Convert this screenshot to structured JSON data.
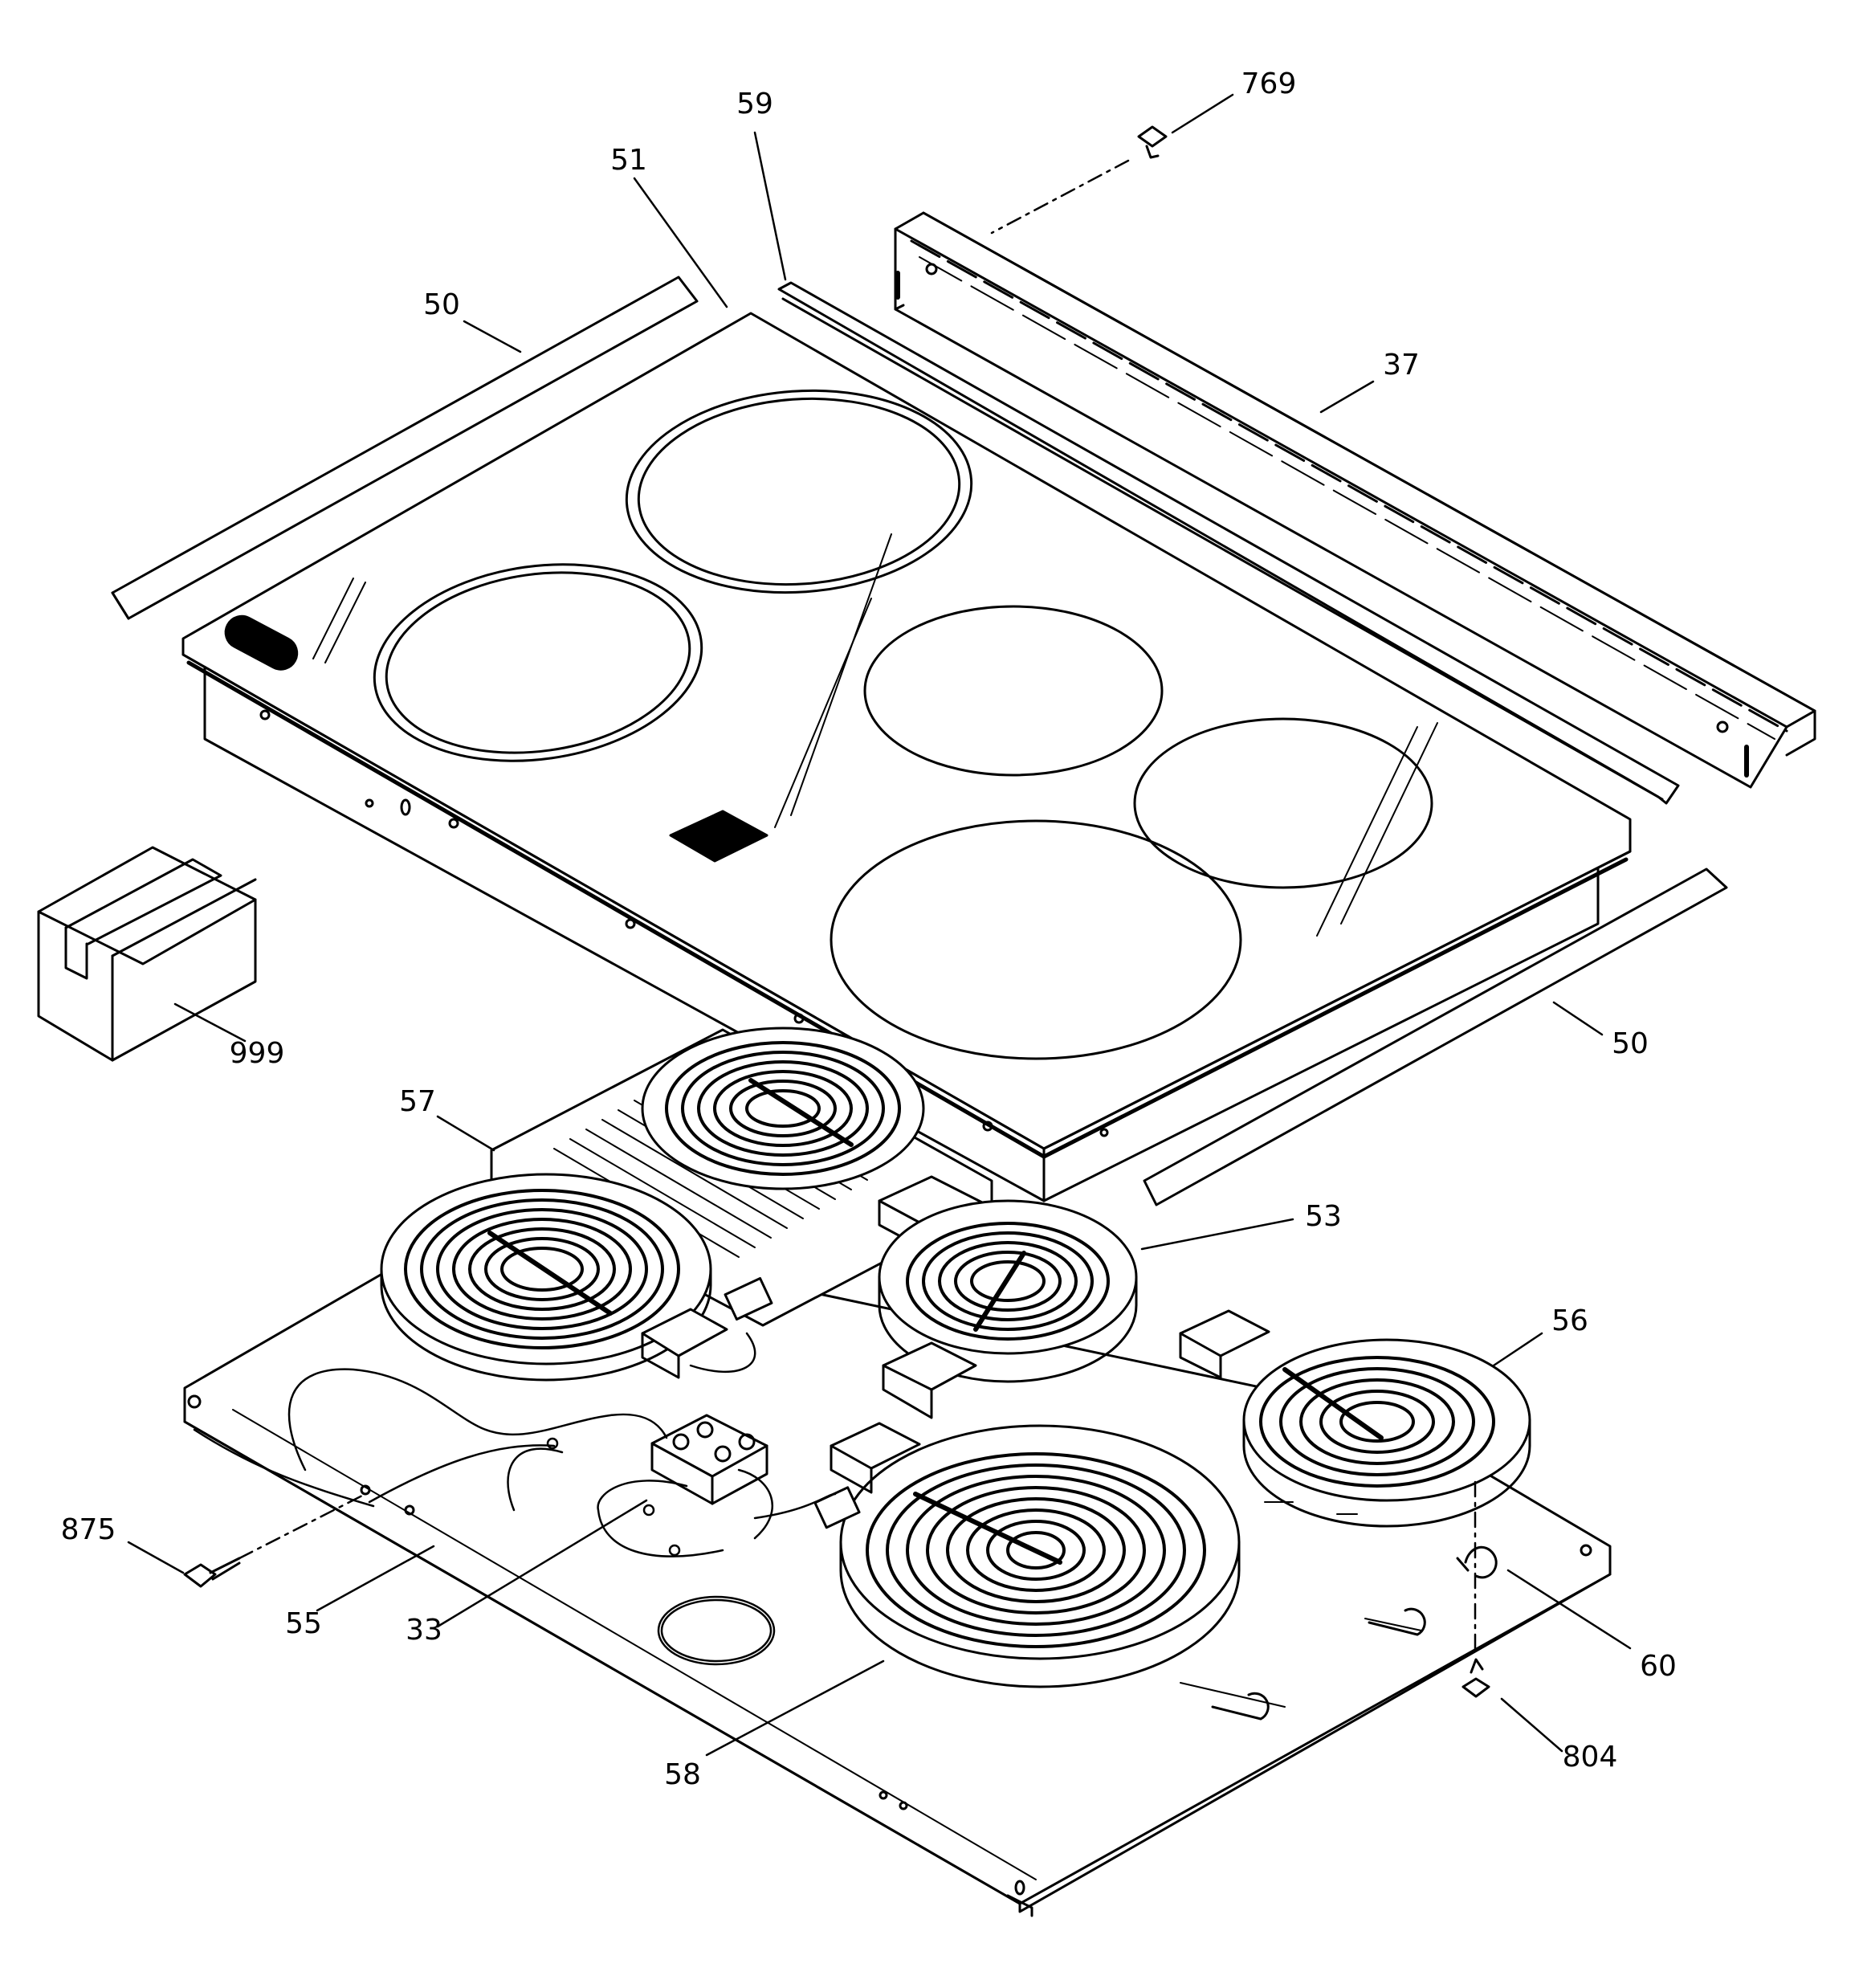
{
  "parts": [
    {
      "id": "p769",
      "label": "769"
    },
    {
      "id": "p59",
      "label": "59"
    },
    {
      "id": "p51",
      "label": "51"
    },
    {
      "id": "p50a",
      "label": "50"
    },
    {
      "id": "p37",
      "label": "37"
    },
    {
      "id": "p999",
      "label": "999"
    },
    {
      "id": "p50b",
      "label": "50"
    },
    {
      "id": "p57",
      "label": "57"
    },
    {
      "id": "p53",
      "label": "53"
    },
    {
      "id": "p56",
      "label": "56"
    },
    {
      "id": "p875",
      "label": "875"
    },
    {
      "id": "p55",
      "label": "55"
    },
    {
      "id": "p33",
      "label": "33"
    },
    {
      "id": "p60",
      "label": "60"
    },
    {
      "id": "p804",
      "label": "804"
    },
    {
      "id": "p58",
      "label": "58"
    }
  ]
}
